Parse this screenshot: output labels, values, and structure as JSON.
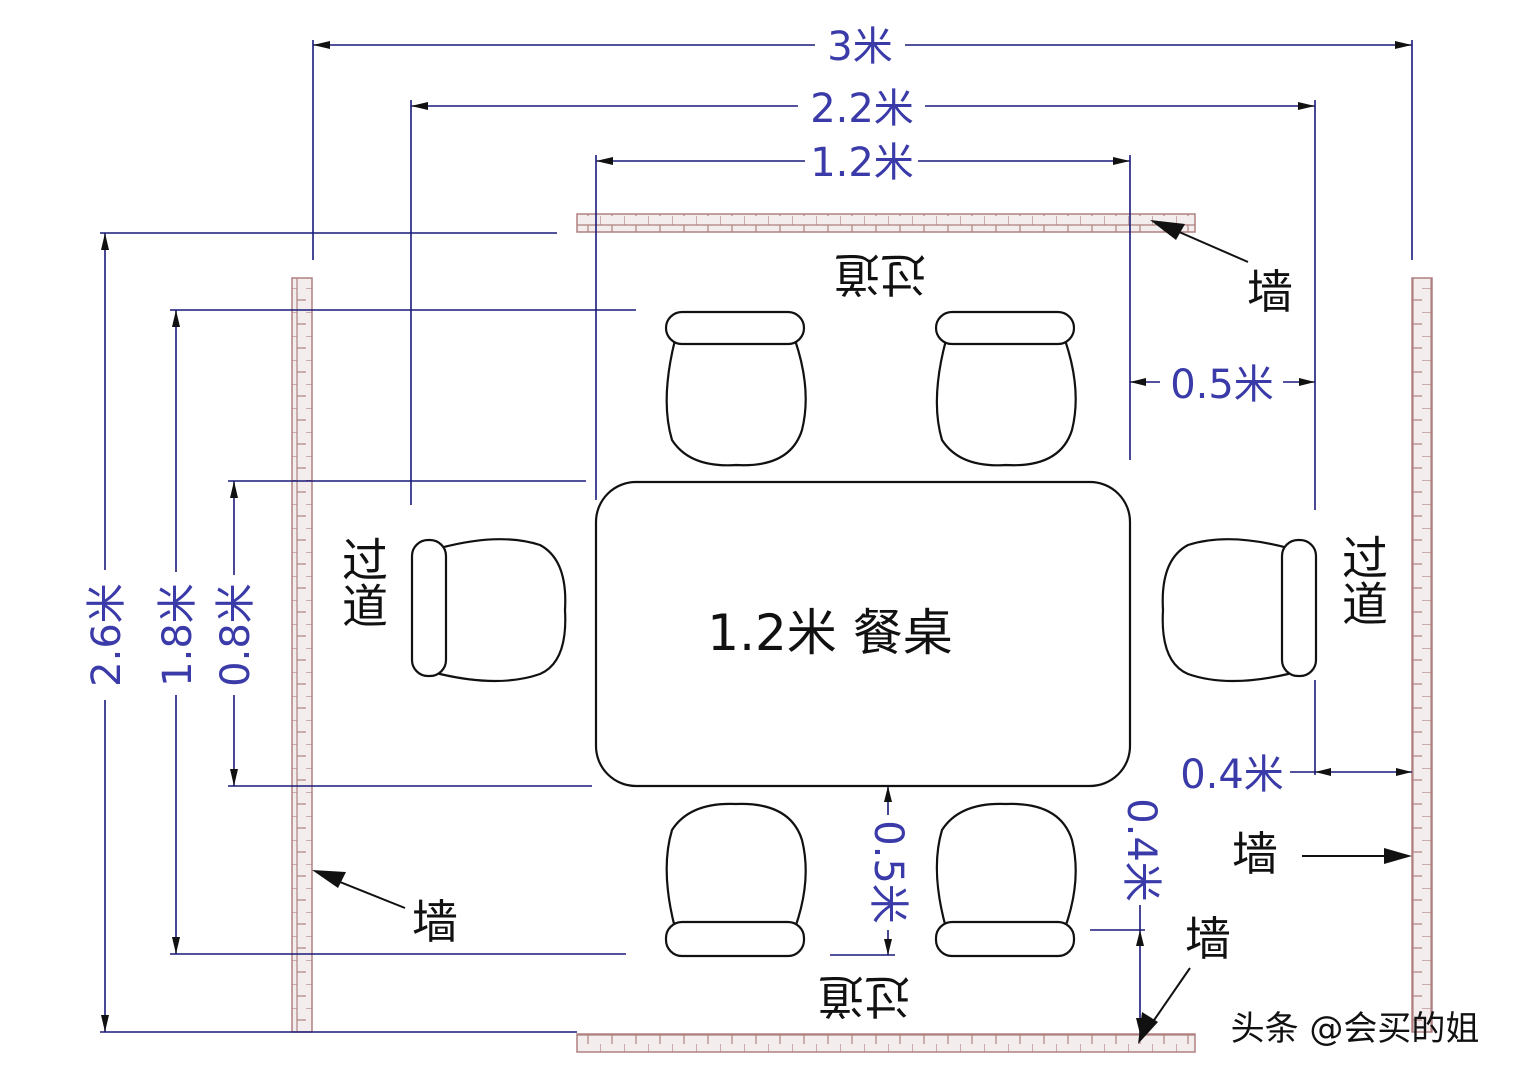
{
  "dimensions": {
    "width_3m": "3米",
    "width_2_2m": "2.2米",
    "width_1_2m": "1.2米",
    "gap_0_5m_right": "0.5米",
    "gap_0_4m_right": "0.4米",
    "height_2_6m": "2.6米",
    "height_1_8m": "1.8米",
    "height_0_8m": "0.8米",
    "gap_0_5m_bottom": "0.5米",
    "gap_0_4m_bottom": "0.4米"
  },
  "labels": {
    "table": "1.2米 餐桌",
    "walkway": "过道",
    "wall": "墙"
  },
  "watermark": "头条 @会买的姐",
  "colors": {
    "dimension": "#1a1a7a",
    "dimension_text": "#3a3aa8",
    "wall_fill": "#f3eded",
    "wall_stroke": "#b08080"
  }
}
